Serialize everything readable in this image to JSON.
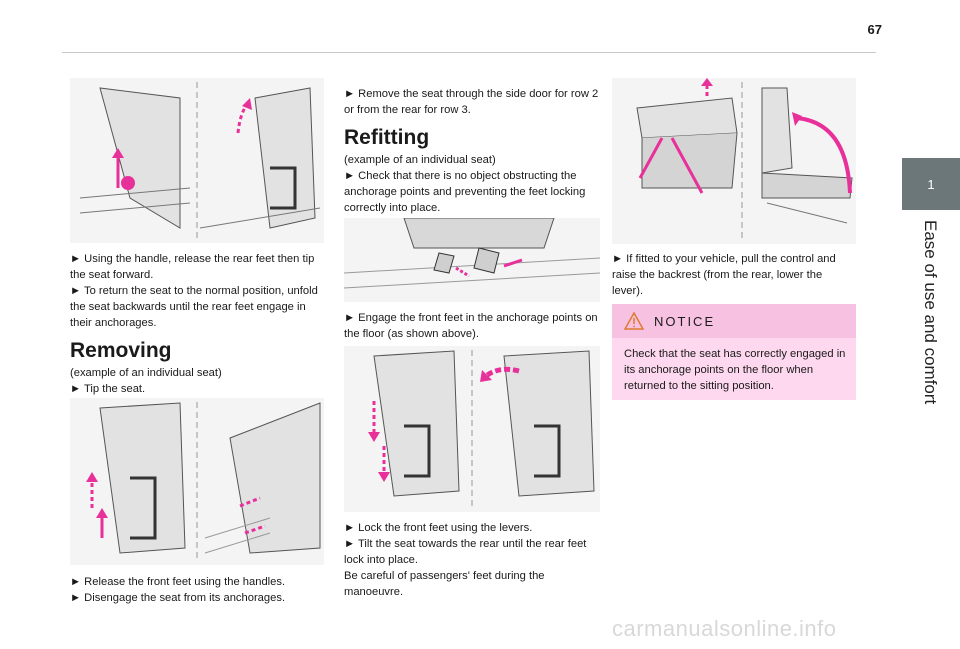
{
  "page": {
    "number": "67",
    "side_tab_number": "1",
    "side_title": "Ease of use and comfort"
  },
  "col1": {
    "text1": [
      "► Using the handle, release the rear feet then tip the seat forward.",
      "► To return the seat to the normal position, unfold the seat backwards until the rear feet engage in their anchorages."
    ],
    "heading": "Removing",
    "text2": [
      "(example of an individual seat)",
      "► Tip the seat."
    ],
    "text3": [
      "► Release the front feet using the handles.",
      "► Disengage the seat from its anchorages."
    ]
  },
  "col2": {
    "text1": [
      "► Remove the seat through the side door for row 2 or from the rear for row 3."
    ],
    "heading": "Refitting",
    "text2": [
      "(example of an individual seat)",
      "► Check that there is no object obstructing the anchorage points and preventing the feet locking correctly into place."
    ],
    "text3": [
      "► Engage the front feet in the anchorage points on the floor (as shown above)."
    ],
    "text4": [
      "► Lock the front feet using the levers.",
      "► Tilt the seat towards the rear until the rear feet lock into place.",
      "Be careful of passengers' feet during the manoeuvre."
    ]
  },
  "col3": {
    "text1": [
      "► If fitted to your vehicle, pull the control and raise the backrest (from the rear, lower the lever)."
    ],
    "notice_title": "NOTICE",
    "notice_body": "Check that the seat has correctly engaged in its anchorage points on the floor when returned to the sitting position."
  },
  "footer": {
    "watermark": "carmanualsonline.info"
  },
  "colors": {
    "accent": "#e8309a",
    "tab": "#6b7778",
    "notice_bg": "#fdd8ef",
    "notice_head": "#f7c2e2"
  }
}
